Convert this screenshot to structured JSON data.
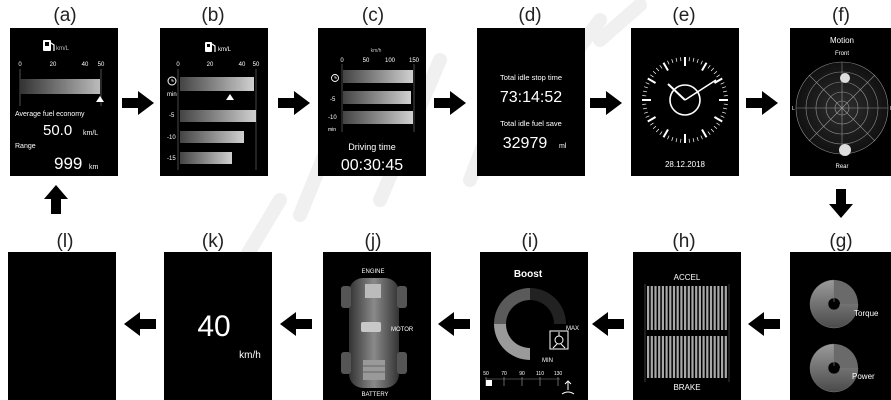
{
  "labels": {
    "a": "(a)",
    "b": "(b)",
    "c": "(c)",
    "d": "(d)",
    "e": "(e)",
    "f": "(f)",
    "g": "(g)",
    "h": "(h)",
    "i": "(i)",
    "j": "(j)",
    "k": "(k)",
    "l": "(l)"
  },
  "panel_a": {
    "unit": "km/L",
    "ticks": [
      "0",
      "20",
      "40",
      "50"
    ],
    "economy_label": "Average fuel economy",
    "economy_value": "50.0",
    "economy_unit": "km/L",
    "range_label": "Range",
    "range_value": "999",
    "range_unit": "km"
  },
  "panel_b": {
    "unit": "km/L",
    "ticks": [
      "0",
      "20",
      "40",
      "50"
    ],
    "min_label": "min",
    "rows": [
      "-5",
      "-10",
      "-15"
    ]
  },
  "panel_c": {
    "unit": "km/h",
    "ticks": [
      "0",
      "50",
      "100",
      "150"
    ],
    "rows": [
      "-5",
      "-10"
    ],
    "min_label": "min",
    "driving_label": "Driving time",
    "driving_value": "00:30:45"
  },
  "panel_d": {
    "idle_stop_label": "Total idle stop time",
    "idle_stop_value": "73:14:52",
    "fuel_save_label": "Total idle fuel save",
    "fuel_save_value": "32979",
    "fuel_save_unit": "ml"
  },
  "panel_e": {
    "date": "28.12.2018"
  },
  "panel_f": {
    "title": "Motion",
    "front": "Front",
    "rear": "Rear",
    "left": "L",
    "right": "R"
  },
  "panel_g": {
    "torque": "Torque",
    "power": "Power"
  },
  "panel_h": {
    "accel": "ACCEL",
    "brake": "BRAKE"
  },
  "panel_i": {
    "title": "Boost",
    "max": "MAX",
    "min": "MIN",
    "ticks": [
      "50",
      "70",
      "90",
      "110",
      "130"
    ]
  },
  "panel_j": {
    "engine": "ENGINE",
    "motor": "MOTOR",
    "battery": "BATTERY"
  },
  "panel_k": {
    "speed": "40",
    "unit": "km/h"
  },
  "colors": {
    "screen": "#000000",
    "arrow": "#000000",
    "bar": "#a8a8a8",
    "text": "#ffffff"
  }
}
